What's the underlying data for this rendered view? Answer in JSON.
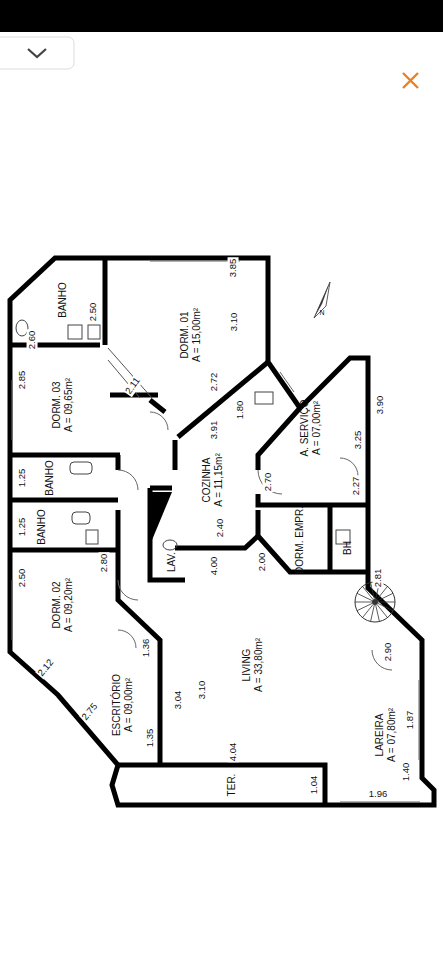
{
  "diagram": {
    "nodes": [
      {
        "text": [
          "DORM. 01",
          "A = 15,00m²"
        ]
      },
      {
        "text": [
          "BANHO"
        ]
      },
      {
        "text": [
          "DORM. 03",
          "A = 09,65m²"
        ]
      },
      {
        "text": [
          "COZINHA",
          "A = 11,15m²"
        ]
      },
      {
        "text": [
          "A. SERVIÇO",
          "A = 07,00m²"
        ]
      },
      {
        "text": [
          "BANHO"
        ]
      },
      {
        "text": [
          "BANHO"
        ]
      },
      {
        "text": [
          "LAV."
        ]
      },
      {
        "text": [
          "DORM. EMPR."
        ]
      },
      {
        "text": [
          "BH"
        ]
      },
      {
        "text": [
          "DORM. 02",
          "A = 09,20m²"
        ]
      },
      {
        "text": [
          "ESCRITÓRIO",
          "A = 09,00m²"
        ]
      },
      {
        "text": [
          "LIVING",
          "A = 33,80m²"
        ]
      },
      {
        "text": [
          "LAREIRA",
          "A = 07,80m²"
        ]
      },
      {
        "text": [
          "TER."
        ]
      }
    ],
    "labels": [
      "N",
      "3.85",
      "2.50",
      "2.60",
      "3.10",
      "2.85",
      "2.11",
      "2.72",
      "1.80",
      "3.91",
      "3.90",
      "3.25",
      "1.25",
      "2.27",
      "2.70",
      "1.25",
      "2.40",
      "2.00",
      "2.80",
      "4.00",
      "2.50",
      "2.81",
      "1.36",
      "2.90",
      "2.12",
      "3.10",
      "3.04",
      "2.75",
      "1.87",
      "1.35",
      "4.04",
      "1.04",
      "1.40",
      "1.96"
    ]
  }
}
